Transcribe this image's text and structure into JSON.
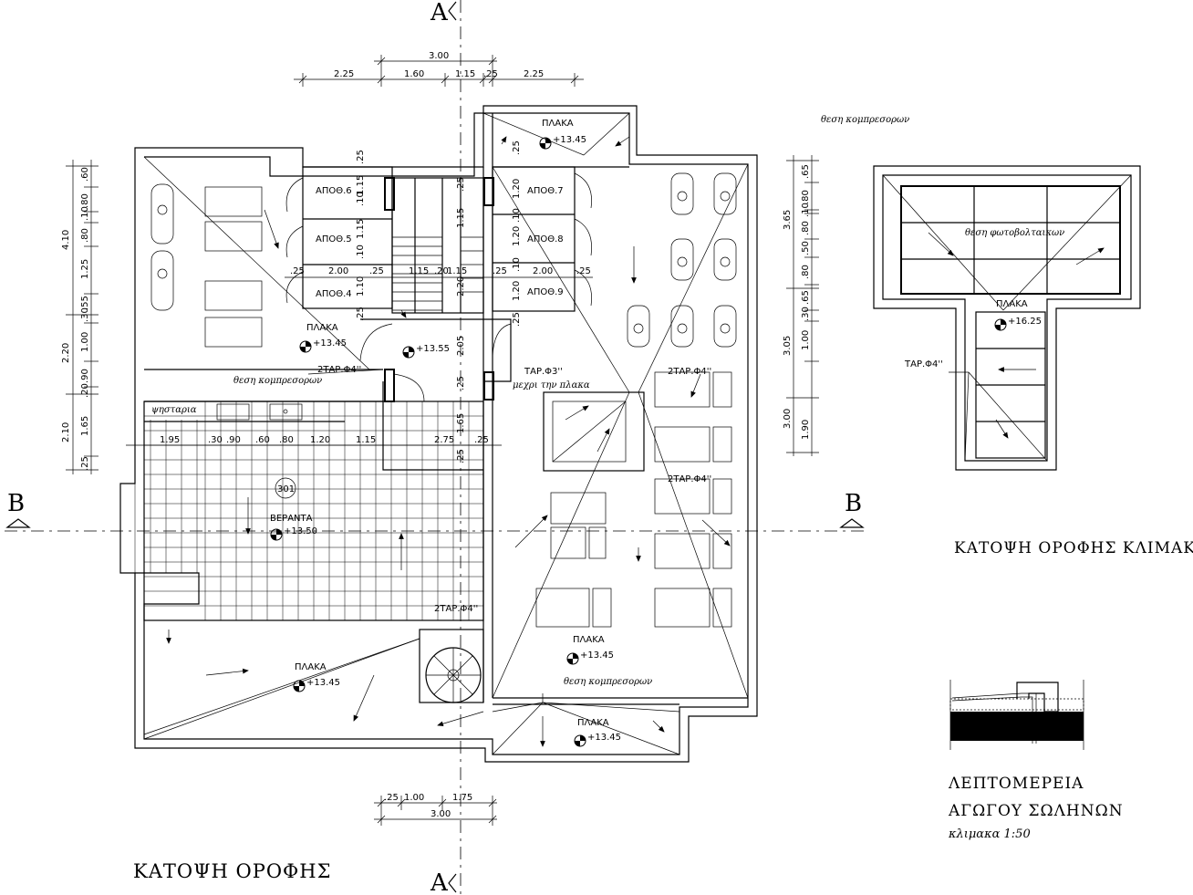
{
  "titles": {
    "main_plan": "ΚΑΤΟΨΗ ΟΡΟΦΗΣ",
    "stair_plan": "ΚΑΤΟΨΗ ΟΡΟΦΗΣ ΚΛΙΜΑΚ.",
    "detail_line1": "ΛΕΠΤΟΜΕΡΕΙΑ",
    "detail_line2": "ΑΓΩΓΟΥ ΣΩΛΗΝΩΝ",
    "detail_scale": "κλιμακα 1:50"
  },
  "section_marks": {
    "a": "A",
    "b": "B"
  },
  "rooms": {
    "storage_6": "ΑΠΟΘ.6",
    "storage_5": "ΑΠΟΘ.5",
    "storage_4": "ΑΠΟΘ.4",
    "storage_7": "ΑΠΟΘ.7",
    "storage_8": "ΑΠΟΘ.8",
    "storage_9": "ΑΠΟΘ.9",
    "veranda": "ΒΕΡΑΝΤΑ",
    "veranda_no": "301",
    "cooler": "ψησταρια"
  },
  "notes": {
    "compressors_top": "θεση κομπρεσορων",
    "compressors_left": "θεση κομπρεσορων",
    "compressors_bottom": "θεση κομπρεσορων",
    "photovoltaics": "θεση φωτοβολταικων",
    "drain_left": "2ΤΑΡ.Φ4''",
    "drain_center": "ΤΑΡ.Φ3''",
    "drain_center_note": "μεχρι την πλακα",
    "drain_right1": "2ΤΑΡ.Φ4''",
    "drain_right2": "2ΤΑΡ.Φ4''",
    "drain_bottom": "2ΤΑΡ.Φ4''",
    "drain_stair": "ΤΑΡ.Φ4''"
  },
  "levels": {
    "slab_label": "ΠΛΑΚΑ",
    "top_slab": "+13.45",
    "left_slab": "+13.45",
    "stair_landing": "+13.55",
    "veranda": "+13.50",
    "right_slab": "+13.45",
    "bottom_left_slab": "+13.45",
    "bottom_slab": "+13.45",
    "stair_roof": "+16.25"
  },
  "dims": {
    "top_total": "3.00",
    "top_row": [
      "2.25",
      "1.60",
      "1.15",
      ".25",
      "2.25"
    ],
    "bottom_row": [
      ".25",
      "1.00",
      "1.75"
    ],
    "bottom_total": "3.00",
    "left_outer": [
      "4.10",
      "2.20",
      "2.10"
    ],
    "left_inner": [
      ".60",
      ".80",
      ".10",
      ".80",
      "1.25",
      ".55",
      ".30",
      "1.00",
      ".90",
      ".20",
      "1.65",
      ".25"
    ],
    "right_outer": [
      "3.65",
      "3.05",
      "3.00"
    ],
    "right_inner": [
      ".65",
      ".80",
      ".10",
      ".80",
      ".50",
      ".80",
      ".65",
      ".30",
      "1.00",
      "1.90"
    ],
    "veranda_row": [
      "1.95",
      ".30",
      ".90",
      ".60",
      ".80",
      "1.20",
      "1.15",
      "2.75",
      ".25"
    ],
    "stor_row": [
      ".25",
      "2.00",
      ".25",
      "1.15",
      ".20",
      "1.15",
      ".25",
      "2.00",
      ".25"
    ],
    "stor_left_v": [
      ".25",
      "1.15",
      ".10",
      "1.15",
      ".10",
      "1.10",
      ".25"
    ],
    "stor_right_v": [
      ".25",
      "1.20",
      ".10",
      "1.20",
      ".10",
      "1.20",
      ".25"
    ],
    "core_v": [
      ".25",
      "1.15",
      "2.20",
      "2.05",
      ".25",
      "1.65",
      ".25"
    ]
  }
}
